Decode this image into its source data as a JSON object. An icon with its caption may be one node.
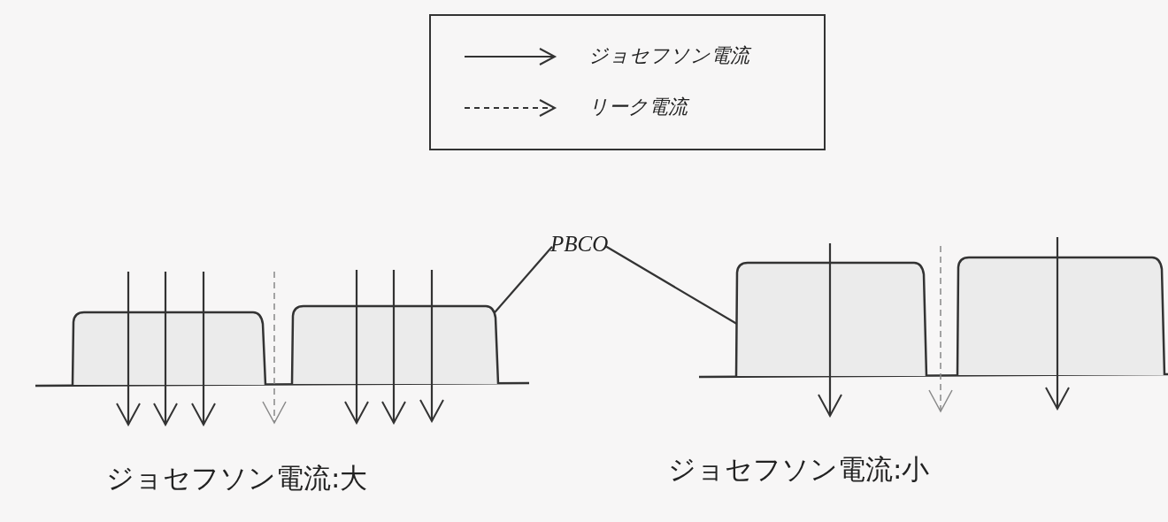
{
  "diagram": {
    "nodes": [
      {
        "text": [
          "PBCO"
        ]
      },
      {
        "text": [],
        "shape": "box"
      },
      {
        "text": [],
        "shape": "box"
      },
      {
        "text": [],
        "shape": "box"
      },
      {
        "text": [],
        "shape": "box"
      }
    ],
    "edges": [
      {
        "from": 0,
        "to": 2,
        "arrow": "none"
      },
      {
        "from": 0,
        "to": 3,
        "arrow": "none"
      }
    ],
    "labels": [
      "ジョセフソン電流:大",
      "ジョセフソン電流:小"
    ],
    "legend": [
      {
        "text": "ジョセフソン電流"
      },
      {
        "text": "リーク電流"
      }
    ]
  }
}
